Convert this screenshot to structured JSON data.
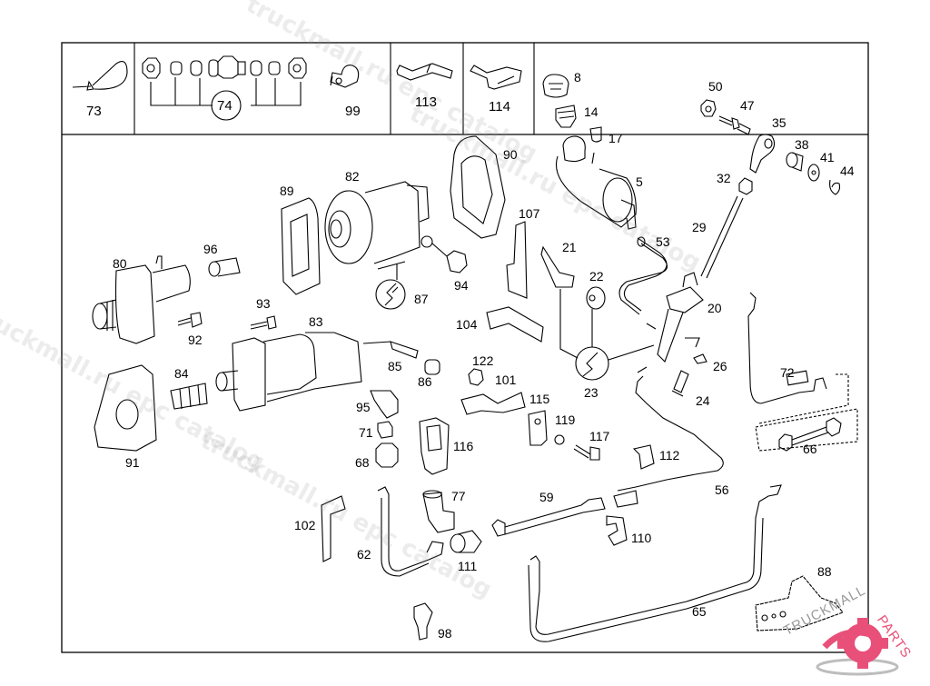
{
  "diagram": {
    "title": "Clutch control / hydraulic components exploded view",
    "header_cells": [
      {
        "id": "73",
        "label": "73",
        "depicts": "cable tie"
      },
      {
        "id": "74",
        "label": "74",
        "depicts": "fittings set (nuts, sleeves, unions)"
      },
      {
        "id": "99",
        "label": "99",
        "depicts": "pipe clip"
      },
      {
        "id": "113",
        "label": "113",
        "depicts": "bracket"
      },
      {
        "id": "114",
        "label": "114",
        "depicts": "bracket with slot"
      }
    ],
    "callouts": [
      {
        "id": "8",
        "label": "8"
      },
      {
        "id": "14",
        "label": "14"
      },
      {
        "id": "17",
        "label": "17"
      },
      {
        "id": "5",
        "label": "5"
      },
      {
        "id": "50",
        "label": "50"
      },
      {
        "id": "47",
        "label": "47"
      },
      {
        "id": "35",
        "label": "35"
      },
      {
        "id": "38",
        "label": "38"
      },
      {
        "id": "41",
        "label": "41"
      },
      {
        "id": "44",
        "label": "44"
      },
      {
        "id": "32",
        "label": "32"
      },
      {
        "id": "29",
        "label": "29"
      },
      {
        "id": "53",
        "label": "53"
      },
      {
        "id": "90",
        "label": "90"
      },
      {
        "id": "82",
        "label": "82"
      },
      {
        "id": "89",
        "label": "89"
      },
      {
        "id": "107",
        "label": "107"
      },
      {
        "id": "21",
        "label": "21"
      },
      {
        "id": "22",
        "label": "22"
      },
      {
        "id": "20",
        "label": "20"
      },
      {
        "id": "80",
        "label": "80"
      },
      {
        "id": "96",
        "label": "96"
      },
      {
        "id": "94",
        "label": "94"
      },
      {
        "id": "87",
        "label": "87"
      },
      {
        "id": "93",
        "label": "93"
      },
      {
        "id": "92",
        "label": "92"
      },
      {
        "id": "83",
        "label": "83"
      },
      {
        "id": "104",
        "label": "104"
      },
      {
        "id": "72",
        "label": "72"
      },
      {
        "id": "26",
        "label": "26"
      },
      {
        "id": "122",
        "label": "122"
      },
      {
        "id": "101",
        "label": "101"
      },
      {
        "id": "85",
        "label": "85"
      },
      {
        "id": "86",
        "label": "86"
      },
      {
        "id": "84",
        "label": "84"
      },
      {
        "id": "23",
        "label": "23"
      },
      {
        "id": "24",
        "label": "24"
      },
      {
        "id": "115",
        "label": "115"
      },
      {
        "id": "95",
        "label": "95"
      },
      {
        "id": "119",
        "label": "119"
      },
      {
        "id": "117",
        "label": "117"
      },
      {
        "id": "71",
        "label": "71"
      },
      {
        "id": "116",
        "label": "116"
      },
      {
        "id": "68",
        "label": "68"
      },
      {
        "id": "112",
        "label": "112"
      },
      {
        "id": "66",
        "label": "66"
      },
      {
        "id": "91",
        "label": "91"
      },
      {
        "id": "77",
        "label": "77"
      },
      {
        "id": "59",
        "label": "59"
      },
      {
        "id": "56",
        "label": "56"
      },
      {
        "id": "102",
        "label": "102"
      },
      {
        "id": "110",
        "label": "110"
      },
      {
        "id": "62",
        "label": "62"
      },
      {
        "id": "111",
        "label": "111"
      },
      {
        "id": "88",
        "label": "88"
      },
      {
        "id": "65",
        "label": "65"
      },
      {
        "id": "98",
        "label": "98"
      }
    ]
  },
  "watermark": {
    "text_1": "truckmall.ru epc catalog",
    "text_2": "truckmall.ru epc catalog",
    "text_3": "truckmall.ru epc catalog",
    "text_4": "truckmall.ru epc catalog"
  },
  "brand": {
    "name": "TRUCKMALLPARTS",
    "word1": "TRUCKMALL",
    "word2": "PARTS",
    "color_primary": "#e8507a",
    "color_secondary": "#9a9a9a"
  }
}
